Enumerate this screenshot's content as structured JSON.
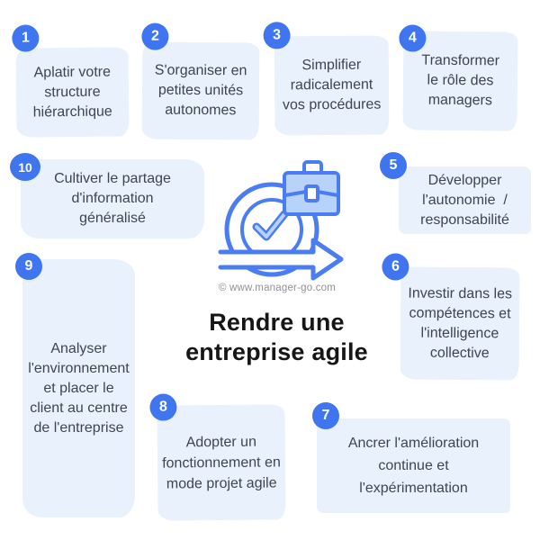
{
  "center": {
    "copyright": "© www.manager-go.com",
    "title": "Rendre une\nentreprise agile",
    "icon": "agile-sprint-loop-with-briefcase-checkmark-and-arrow"
  },
  "colors": {
    "badge_blue": "#3F76EF",
    "note_bg": "#E9F1FD",
    "icon_blue": "#4A7DF3",
    "icon_fill": "#B7D3F9",
    "text_dark": "#3E4550",
    "title_color": "#161616",
    "copyright_gray": "#8F9298"
  },
  "items": [
    {
      "number": "1",
      "text": "Aplatir votre\nstructure\nhiérarchique"
    },
    {
      "number": "2",
      "text": "S'organiser en\npetites unités\nautonomes"
    },
    {
      "number": "3",
      "text": "Simplifier\nradicalement\nvos procédures"
    },
    {
      "number": "4",
      "text": "Transformer\nle rôle des\nmanagers"
    },
    {
      "number": "5",
      "text": "Développer\nl'autonomie  /\nresponsabilité"
    },
    {
      "number": "6",
      "text": "Investir dans les\ncompétences et\nl'intelligence\ncollective"
    },
    {
      "number": "7",
      "text": "Ancrer l'amélioration\ncontinue et\nl'expérimentation"
    },
    {
      "number": "8",
      "text": "Adopter un\nfonctionnement en\nmode projet agile"
    },
    {
      "number": "9",
      "text": "Analyser\nl'environnement\net placer le\nclient au centre\nde l'entreprise"
    },
    {
      "number": "10",
      "text": "Cultiver le partage\nd'information\ngénéralisé"
    }
  ]
}
